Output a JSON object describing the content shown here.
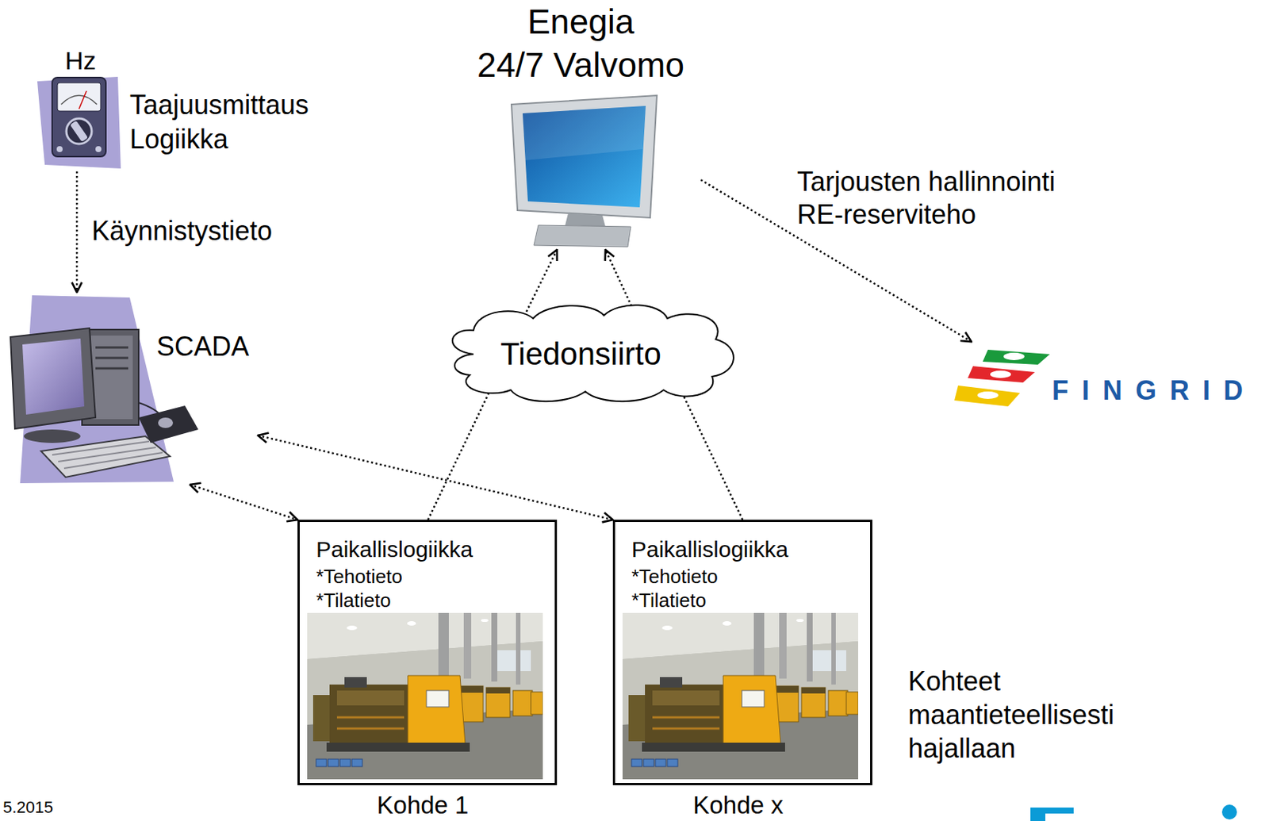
{
  "diagram": {
    "nodes": [
      {
        "text": [
          "Enegia",
          "24/7 Valvomo"
        ]
      },
      {
        "text": [
          "Hz",
          "Taajuusmittaus Logiikka"
        ]
      },
      {
        "text": [
          "SCADA"
        ]
      },
      {
        "text": [
          "Tiedonsiirto"
        ]
      },
      {
        "text": [
          "FINGRID"
        ]
      },
      {
        "text": [
          "Paikallislogiikka",
          "*Tehotieto",
          "*Tilatieto",
          "Kohde 1"
        ]
      },
      {
        "text": [
          "Paikallislogiikka",
          "*Tehotieto",
          "*Tilatieto",
          "Kohde x"
        ]
      }
    ],
    "edges": [
      {
        "from": 1,
        "to": 2,
        "arrow": "to",
        "label": "Käynnistystieto"
      },
      {
        "from": 0,
        "to": 4,
        "arrow": "to",
        "label": "Tarjousten hallinnointi RE-reserviteho"
      },
      {
        "from": 2,
        "to": 5,
        "arrow": "both"
      },
      {
        "from": 2,
        "to": 6,
        "arrow": "both"
      },
      {
        "from": 5,
        "to": 3,
        "arrow": "none"
      },
      {
        "from": 3,
        "to": 0,
        "arrow": "to"
      },
      {
        "from": 6,
        "to": 3,
        "arrow": "none"
      },
      {
        "from": 3,
        "to": 0,
        "arrow": "to"
      }
    ],
    "labels": [
      "Kohteet maantieteellisesti hajallaan",
      "5.2015"
    ]
  }
}
